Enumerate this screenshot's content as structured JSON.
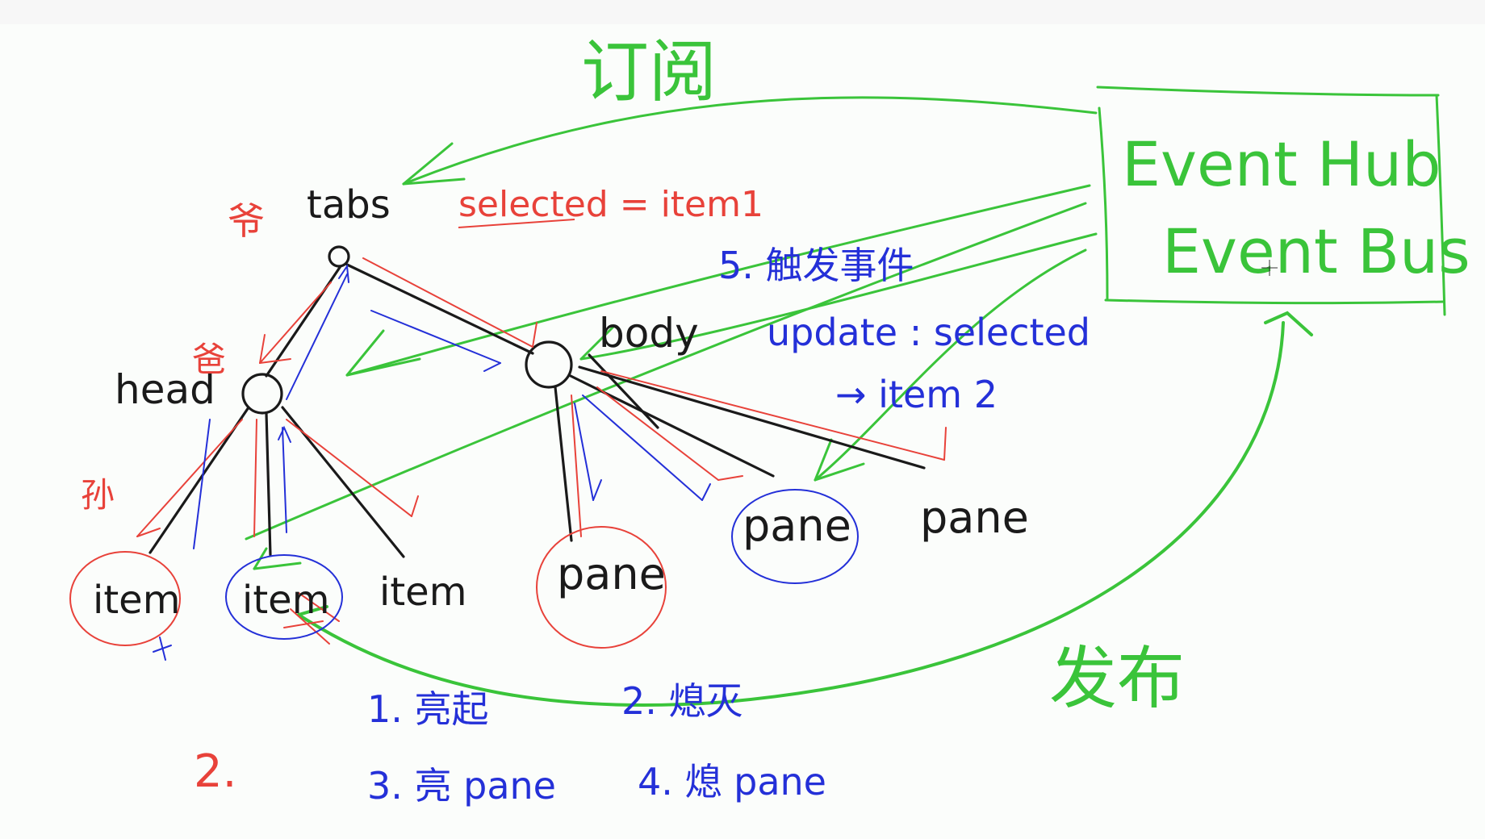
{
  "labels": {
    "subscribe": "订阅",
    "event_hub": "Event Hub",
    "event_bus": "Event Bus",
    "father": "爷",
    "tabs": "tabs",
    "selected": "selected = item1",
    "step5": "5. 触发事件",
    "update_selected": "update : selected",
    "arrow_item2": "→ item 2",
    "head": "head",
    "dad": "爸",
    "body": "body",
    "son": "孙",
    "item_a": "item",
    "item_b": "item",
    "item_c": "item",
    "pane_a": "pane",
    "pane_b": "pane",
    "pane_c": "pane",
    "publish": "发布",
    "step1": "1. 亮起",
    "step2": "2. 熄灭",
    "step3": "3. 亮 pane",
    "step4": "4. 熄 pane",
    "red_two": "2."
  },
  "colors": {
    "green": "#3ac43a",
    "red": "#e8423a",
    "blue": "#2430d8",
    "black": "#1a1a1a"
  }
}
